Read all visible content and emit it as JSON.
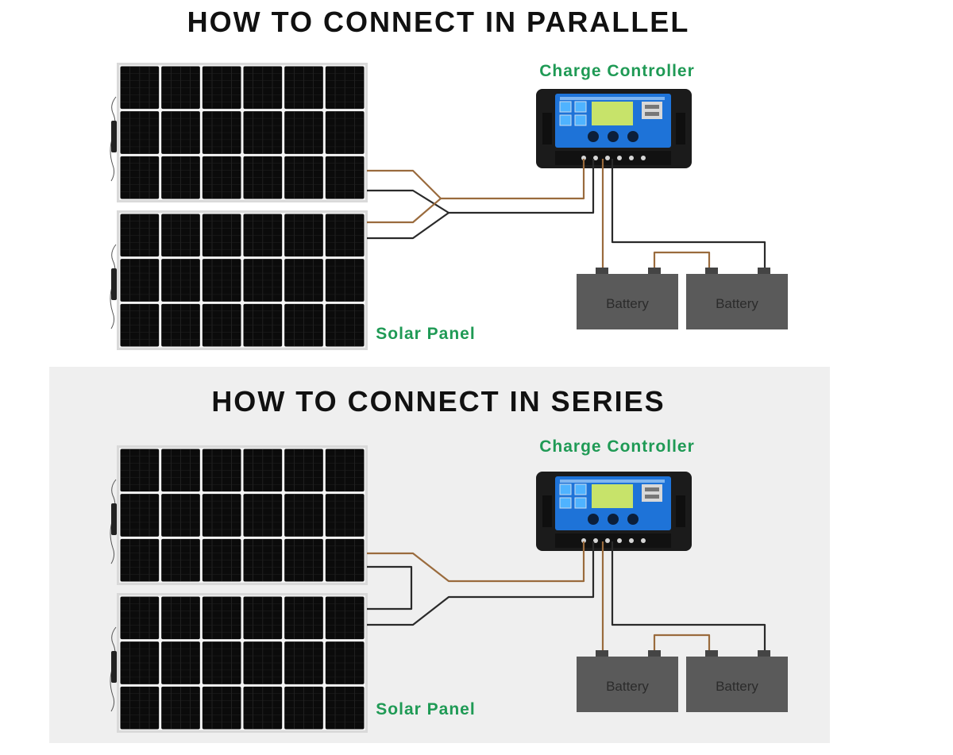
{
  "colors": {
    "background": "#ffffff",
    "series_band": "#efefef",
    "panel_cell": "#0b0b0b",
    "panel_frame": "#d9d9d9",
    "label_green": "#1f9a55",
    "controller_body": "#1b1b1b",
    "controller_screen": "#1e73d8",
    "battery_body": "#5a5a5a",
    "wire_brown": "#9a6b3d",
    "wire_dark": "#2a2a2a"
  },
  "parallel": {
    "title": "HOW TO CONNECT IN PARALLEL",
    "controller_label": "Charge Controller",
    "panel_label": "Solar Panel",
    "batteries": [
      {
        "label": "Battery"
      },
      {
        "label": "Battery"
      }
    ]
  },
  "series": {
    "title": "HOW TO CONNECT IN SERIES",
    "controller_label": "Charge Controller",
    "panel_label": "Solar Panel",
    "batteries": [
      {
        "label": "Battery"
      },
      {
        "label": "Battery"
      }
    ]
  },
  "icons": {
    "controller": "charge-controller-icon",
    "battery": "battery-icon",
    "panel": "solar-panel-icon"
  }
}
